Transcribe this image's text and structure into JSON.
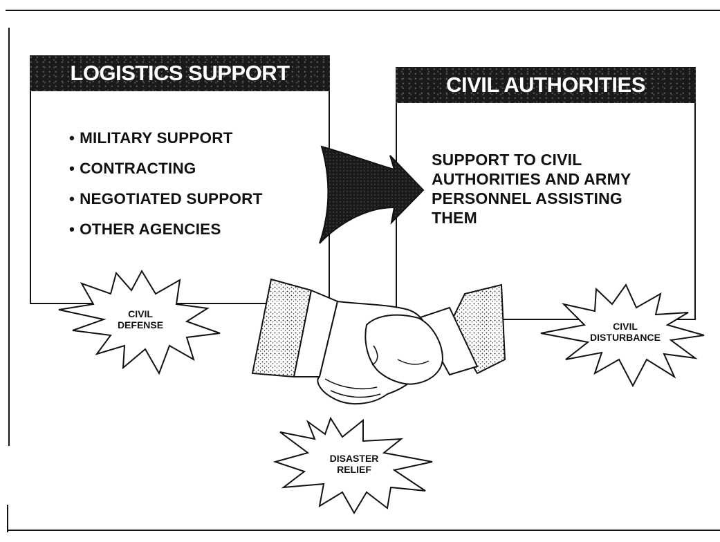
{
  "logistics_box": {
    "title": "LOGISTICS SUPPORT",
    "items": [
      "MILITARY SUPPORT",
      "CONTRACTING",
      "NEGOTIATED SUPPORT",
      "OTHER AGENCIES"
    ]
  },
  "civil_box": {
    "title": "CIVIL AUTHORITIES",
    "text": "SUPPORT TO CIVIL\nAUTHORITIES AND ARMY\nPERSONNEL ASSISTING\nTHEM"
  },
  "bursts": {
    "civil_defense": "CIVIL\nDEFENSE",
    "civil_disturbance": "CIVIL\nDISTURBANCE",
    "disaster_relief": "DISASTER\nRELIEF"
  },
  "colors": {
    "ink": "#111111",
    "paper": "#ffffff",
    "header_fill": "#1a1a1a"
  }
}
